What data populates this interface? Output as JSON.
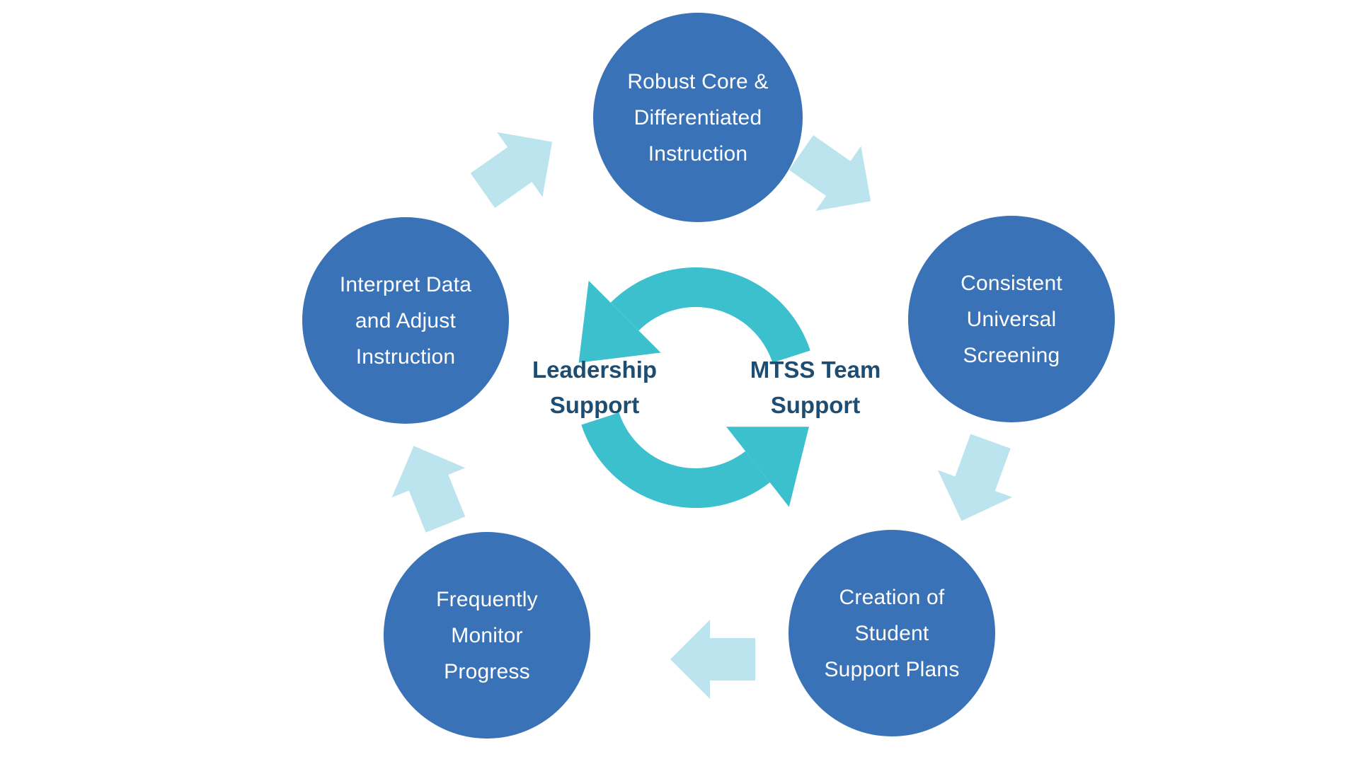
{
  "colors": {
    "background": "#ffffff",
    "node-fill": "#3a72b8",
    "node-text": "#ffffff",
    "flow-arrow": "#bce4ee",
    "cycle-icon": "#3dc0ce",
    "center-label": "#1d4d73"
  },
  "nodes": [
    {
      "id": "top",
      "lines": [
        "Robust Core &",
        "Differentiated",
        "Instruction"
      ]
    },
    {
      "id": "right",
      "lines": [
        "Consistent",
        "Universal",
        "Screening"
      ]
    },
    {
      "id": "bottom-right",
      "lines": [
        "Creation of",
        "Student",
        "Support Plans"
      ]
    },
    {
      "id": "bottom-left",
      "lines": [
        "Frequently",
        "Monitor",
        "Progress"
      ]
    },
    {
      "id": "left",
      "lines": [
        "Interpret Data",
        "and Adjust",
        "Instruction"
      ]
    }
  ],
  "center_labels": [
    {
      "id": "leadership",
      "lines": [
        "Leadership",
        "Support"
      ]
    },
    {
      "id": "mtss",
      "lines": [
        "MTSS Team",
        "Support"
      ]
    }
  ],
  "flow": {
    "outer_direction": "clockwise",
    "arrow_count": 5,
    "center_icon": "cycle-arrows-icon"
  }
}
